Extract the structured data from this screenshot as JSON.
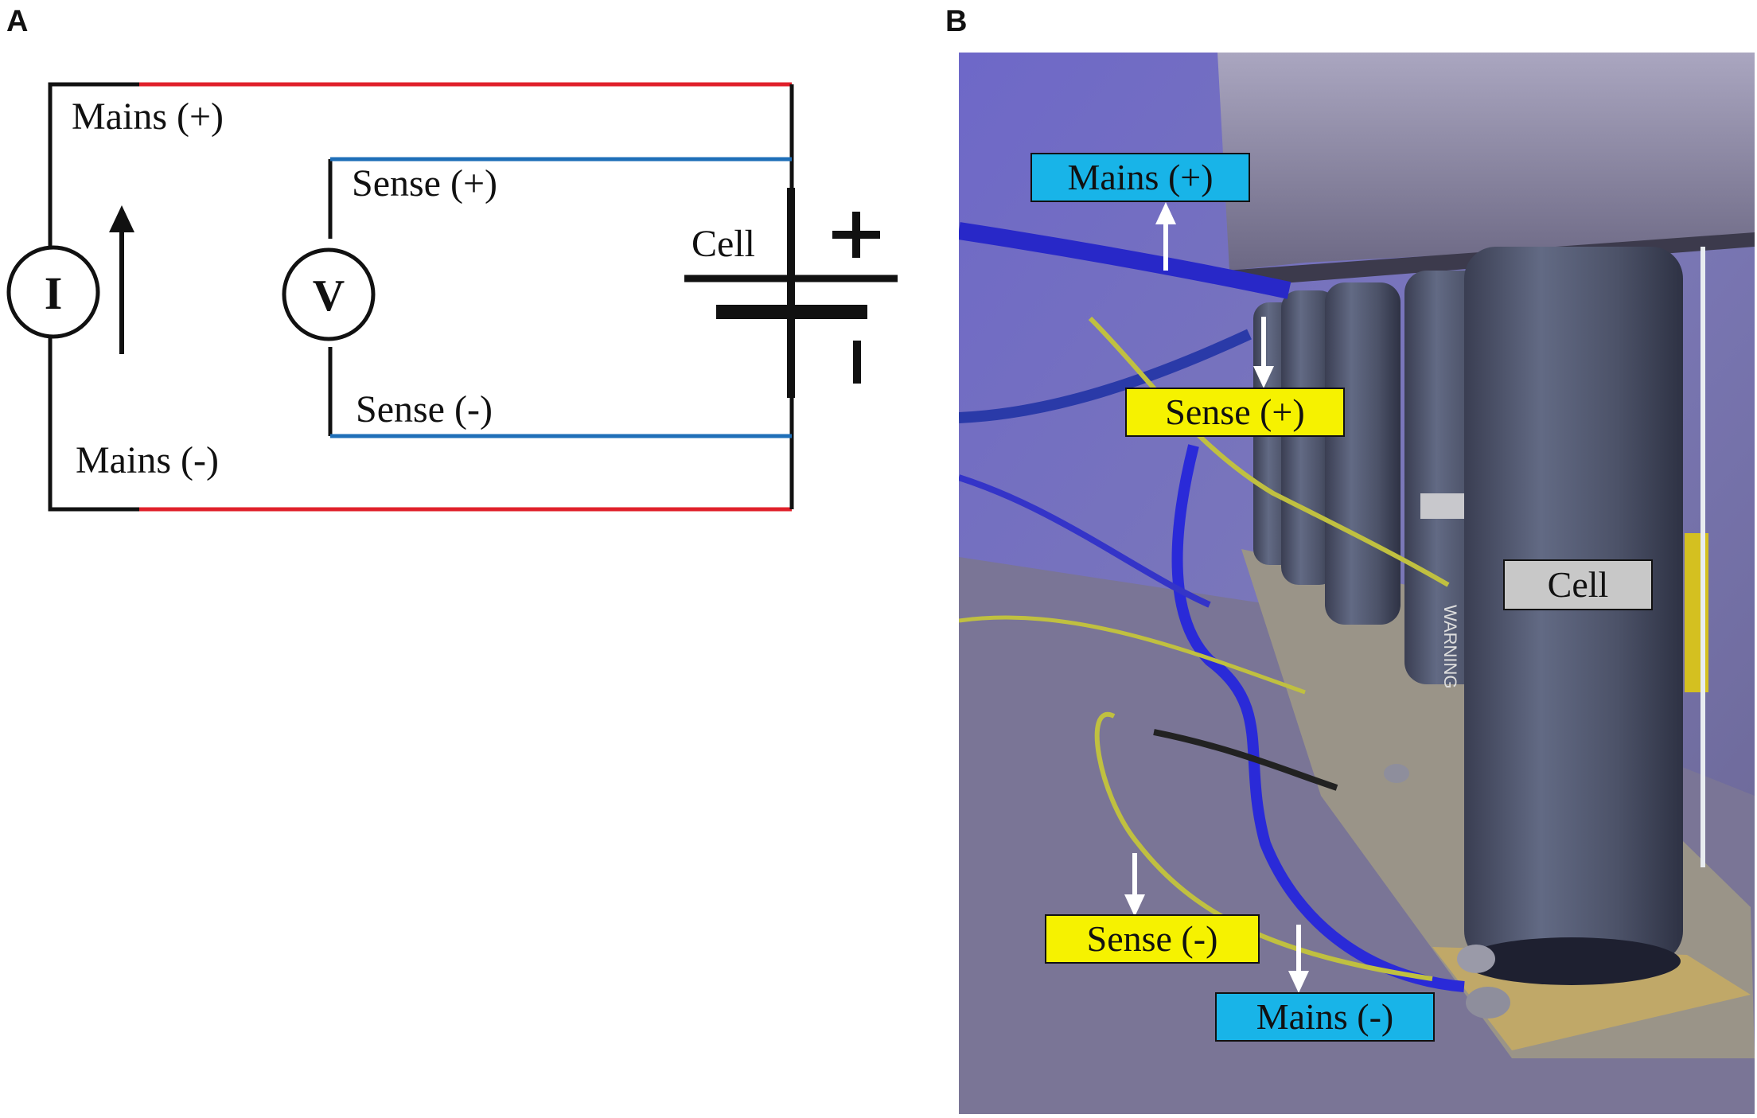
{
  "panel_a": {
    "letter": "A",
    "labels": {
      "mains_plus": "Mains (+)",
      "sense_plus": "Sense (+)",
      "cell": "Cell",
      "sense_minus": "Sense (-)",
      "mains_minus": "Mains (-)",
      "current_meter": "I",
      "voltmeter": "V",
      "plus_sign": "+",
      "minus_sign": "-"
    },
    "colors": {
      "mains": "#e0202a",
      "sense": "#1f6fb8",
      "wire": "#111111"
    }
  },
  "panel_b": {
    "letter": "B",
    "labels": {
      "mains_plus": "Mains (+)",
      "sense_plus": "Sense (+)",
      "cell": "Cell",
      "sense_minus": "Sense (-)",
      "mains_minus": "Mains (-)",
      "warning_text": "WARNING"
    },
    "colors": {
      "mains_box": "#18b4e8",
      "sense_box": "#f6f200",
      "cell_box": "#c8c8c8"
    }
  }
}
